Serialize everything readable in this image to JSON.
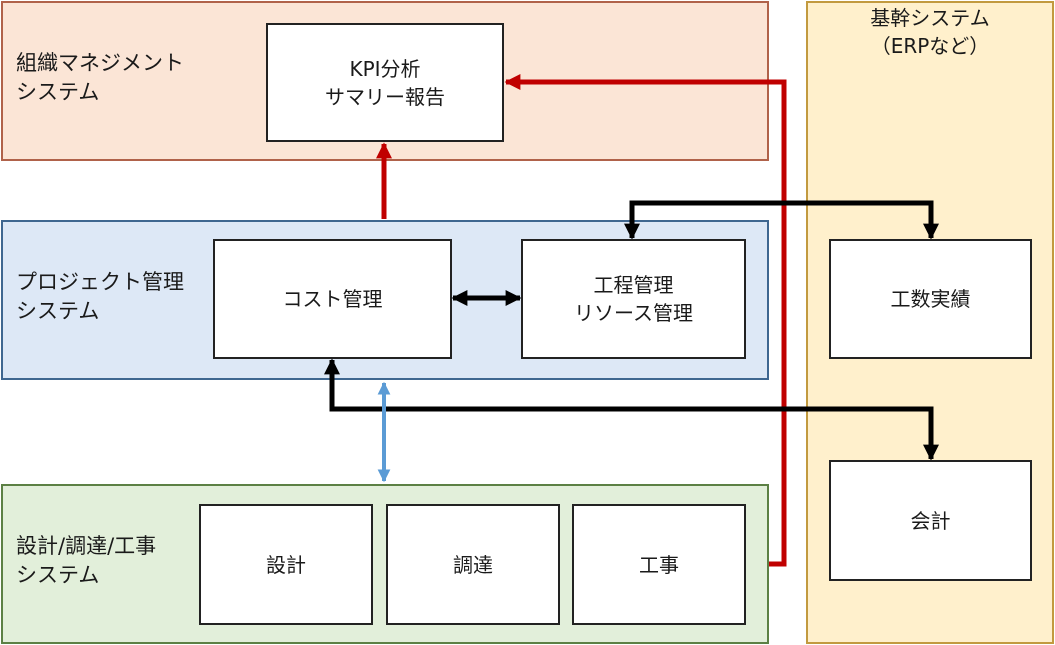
{
  "colors": {
    "org_fill": "#fbe5d6",
    "org_border": "#b0624a",
    "proj_fill": "#dde8f6",
    "proj_border": "#3f6790",
    "work_fill": "#e2efda",
    "work_border": "#5c8044",
    "erp_fill": "#fff0cc",
    "erp_border": "#c29a3f",
    "red_arrow": "#c00000",
    "black_arrow": "#000000",
    "blue_arrow": "#5b9bd5"
  },
  "bands": {
    "org": {
      "label": "組織マネジメント\nシステム"
    },
    "project": {
      "label": "プロジェクト管理\nシステム"
    },
    "work": {
      "label": "設計/調達/工事\nシステム"
    },
    "erp": {
      "label": "基幹システム\n（ERPなど）"
    }
  },
  "boxes": {
    "kpi": "KPI分析\nサマリー報告",
    "cost": "コスト管理",
    "schedule": "工程管理\nリソース管理",
    "manhours": "工数実績",
    "accounting": "会計",
    "design": "設計",
    "procurement": "調達",
    "construction": "工事"
  }
}
